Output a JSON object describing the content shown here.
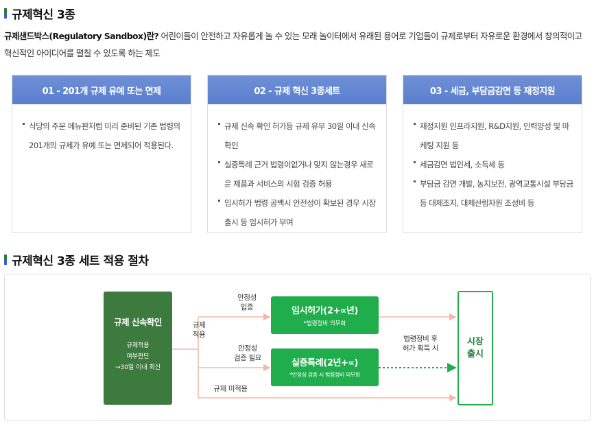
{
  "section1": {
    "title": "규제혁신 3종"
  },
  "intro": {
    "bold": "규제샌드박스(Regulatory Sandbox)란?",
    "text": " 어린이들이 안전하고 자유롭게 놀 수 있는 모래 놀이터에서 유래된 용어로 기업들이 규제로부터 자유로운 환경에서 창의적이고 혁신적인 아이디어를 펼칠 수 있도록 하는 제도"
  },
  "cards": [
    {
      "title": "01 - 201개 규제 유예 또는 면제",
      "items": [
        "식당의 주문 메뉴판처럼 미리 준비된 기존 법령의 201개의 규제가 유예 또는 면제되어 적용된다."
      ]
    },
    {
      "title": "02 - 규제 혁신 3종세트",
      "items": [
        "규제 신속 확인 허가등 규제 유무 30일 이내 신속 확인",
        "실증특례 근거 법령이없거나 맞지 않는경우 새로운 제품과 서비스의 시험 검증 허용",
        "임시허가 법령 공백시 안전성이 확보된 경우 시장 출시 등 임시허가 부여"
      ]
    },
    {
      "title": "03 - 세금, 부담금감면 등 재정지원",
      "items": [
        "재정지원 인프라지원, R&D지원, 인력양성 및 마케팅 지원 등",
        "세금감면 법인세, 소득세 등",
        "부담금 감면 개발, 농지보전, 광역교통시설 부담금 등 대체조지, 대체산림자원 조성비 등"
      ]
    }
  ],
  "section2": {
    "title": "규제혁신 3종 세트 적용 절차"
  },
  "diagram": {
    "start": {
      "title": "규제 신속확인",
      "sub1": "규제적용",
      "sub2": "여부판단",
      "sub3": "→30일 이내 회신"
    },
    "branch_label": [
      "규제",
      "적용"
    ],
    "temp_label": [
      "안정성",
      "입증"
    ],
    "test_label": [
      "안정성",
      "검증 필요"
    ],
    "none_label": "규제 미적용",
    "temp": {
      "title": "임시허가(2+∝년)",
      "note": "*법령정비 의무화"
    },
    "test": {
      "title": "실증특례(2년+∝)",
      "note": "*안정성 검증 시 법령정비 의무화"
    },
    "after_label": [
      "법령정비 후",
      "허가 획득 시"
    ],
    "market": [
      "시장",
      "출시"
    ],
    "colors": {
      "dark_green": "#3c7a3e",
      "green": "#1fae4b",
      "arrow": "#f3b8a8"
    }
  }
}
